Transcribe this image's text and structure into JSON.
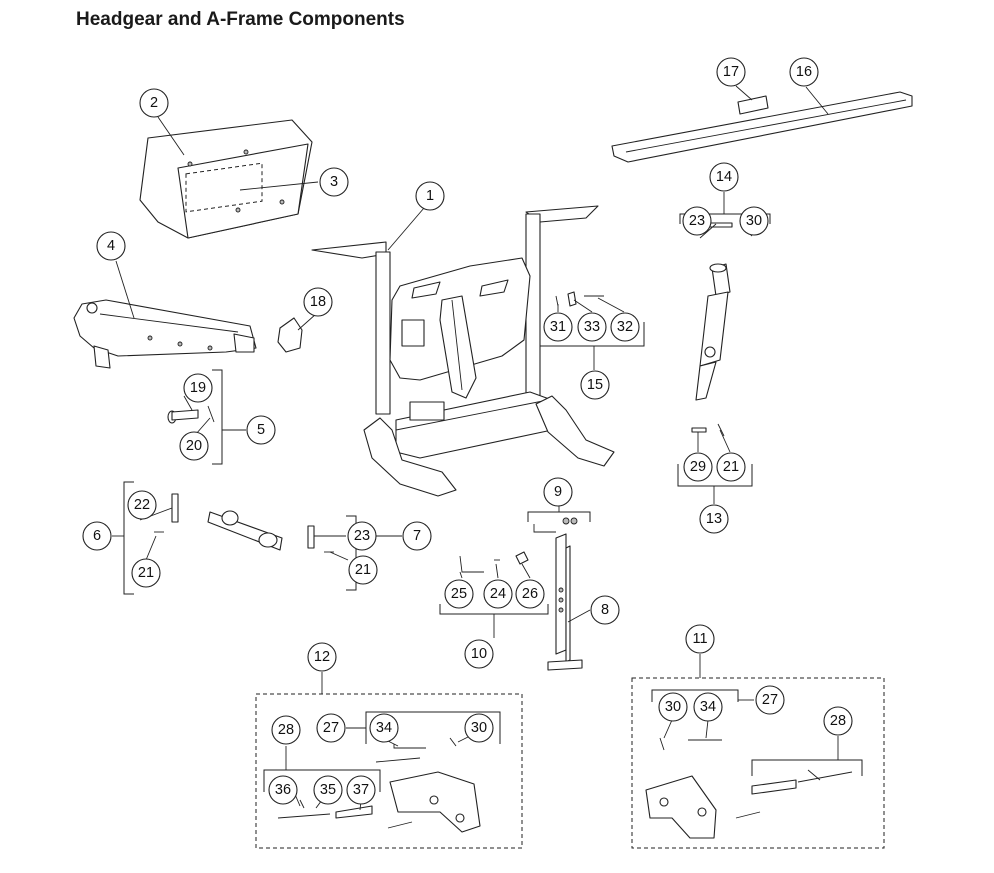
{
  "title": "Headgear and A-Frame Components",
  "callouts": {
    "c1": "1",
    "c2": "2",
    "c3": "3",
    "c4": "4",
    "c5": "5",
    "c6": "6",
    "c7": "7",
    "c8": "8",
    "c9": "9",
    "c10": "10",
    "c11": "11",
    "c12": "12",
    "c13": "13",
    "c14": "14",
    "c15": "15",
    "c16": "16",
    "c17": "17",
    "c18": "18",
    "c19": "19",
    "c20": "20",
    "c21": "21",
    "c22": "22",
    "c23": "23",
    "c24": "24",
    "c25": "25",
    "c26": "26",
    "c27": "27",
    "c28": "28",
    "c29": "29",
    "c30": "30",
    "c31": "31",
    "c32": "32",
    "c33": "33",
    "c34": "34",
    "c35": "35",
    "c36": "36",
    "c37": "37"
  }
}
